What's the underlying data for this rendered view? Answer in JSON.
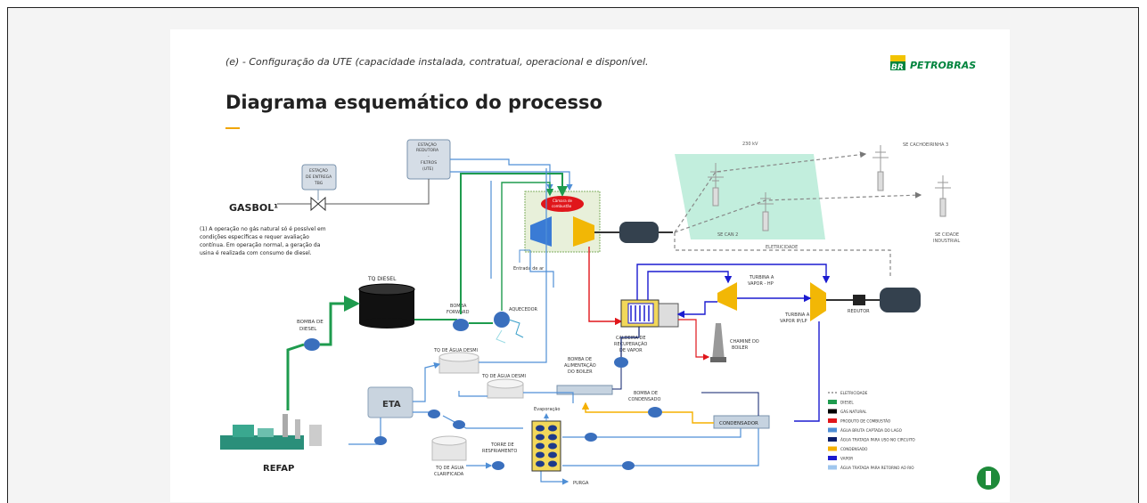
{
  "slide": {
    "subtitle": "(e) - Configuração da UTE (capacidade instalada, contratual, operacional e disponível.",
    "title": "Diagrama esquemático do processo",
    "logo": {
      "mark": "BR",
      "name": "PETROBRAS"
    }
  },
  "labels": {
    "gasbol": "GASBOL¹",
    "estacao_entrega": [
      "ESTAÇÃO",
      "DE ENTREGA",
      "TBG"
    ],
    "estacao_redutora": [
      "ESTAÇÃO",
      "REDUTORA",
      "-",
      "FILTROS",
      "(UTE)"
    ],
    "footnote": [
      "(1) A operação no gás natural só é possível em",
      "condições específicas e requer avaliação",
      "contínua. Em operação normal, a geração da",
      "usina é realizada com consumo de diesel."
    ],
    "camara": [
      "Câmara de",
      "combustão"
    ],
    "entrada_ar": "Entrada de ar",
    "kv230": "230 kV",
    "se_cachoeirinha": "SE CACHOEIRINHA 3",
    "se_can2": "SE CAN 2",
    "eletricidade": "ELETRICIDADE",
    "se_cidade": [
      "SE CIDADE",
      "INDUSTRIAL"
    ],
    "tq_diesel": "TQ DIESEL",
    "bomba_diesel": [
      "BOMBA DE",
      "DIESEL"
    ],
    "bomba_forward": [
      "BOMBA",
      "FORWARD"
    ],
    "aquecedor": "AQUECEDOR",
    "turbina_hp": [
      "TURBINA A",
      "VAPOR - HP"
    ],
    "turbina_ip": [
      "TURBINA A",
      "VAPOR IP/LP"
    ],
    "redutor": "REDUTOR",
    "caldeira": [
      "CALDEIRA DE",
      "RECUPERAÇÃO",
      "DE VAPOR"
    ],
    "chamine": [
      "CHAMINÉ DO",
      "BOILER"
    ],
    "bomba_alimentacao": [
      "BOMBA DE",
      "ALIMENTAÇÃO",
      "DO BOILER"
    ],
    "tq_agua_desmi_1": "TQ DE ÁGUA DESMI",
    "tq_agua_desmi_2": "TQ DE ÁGUA DESMI",
    "eta": "ETA",
    "refap": "REFAP",
    "evaporacao": "Evaporação",
    "torre": [
      "TORRE DE",
      "RESFRIAMENTO"
    ],
    "tq_clarificada": [
      "TQ DE ÁGUA",
      "CLARIFICADA"
    ],
    "purga": "PURGA",
    "bomba_condensado": [
      "BOMBA DE",
      "CONDENSADO"
    ],
    "condensador": "CONDENSADOR"
  },
  "legend": [
    {
      "label": "ELETRICIDADE",
      "color": "#555555",
      "style": "dashed"
    },
    {
      "label": "DIESEL",
      "color": "#1e9b4e",
      "style": "solid"
    },
    {
      "label": "GÁS NATURAL",
      "color": "#000000",
      "style": "solid"
    },
    {
      "label": "PRODUTO DE COMBUSTÃO",
      "color": "#e0161b",
      "style": "solid"
    },
    {
      "label": "ÁGUA BRUTA CAPTADA DO LAGO",
      "color": "#4f8fd6",
      "style": "solid"
    },
    {
      "label": "ÁGUA TRATADA PARA USO NO CIRCUITO",
      "color": "#0b1f6b",
      "style": "solid"
    },
    {
      "label": "CONDENSADO",
      "color": "#f5b000",
      "style": "solid"
    },
    {
      "label": "VAPOR",
      "color": "#1b1bd0",
      "style": "solid"
    },
    {
      "label": "ÁGUA TRATADA PARA RETORNO AO RIO",
      "color": "#9fc6ee",
      "style": "solid"
    }
  ],
  "colors": {
    "accent_green": "#00843d",
    "petrobras_yellow": "#f2c300",
    "title_line": "#f0a500"
  }
}
